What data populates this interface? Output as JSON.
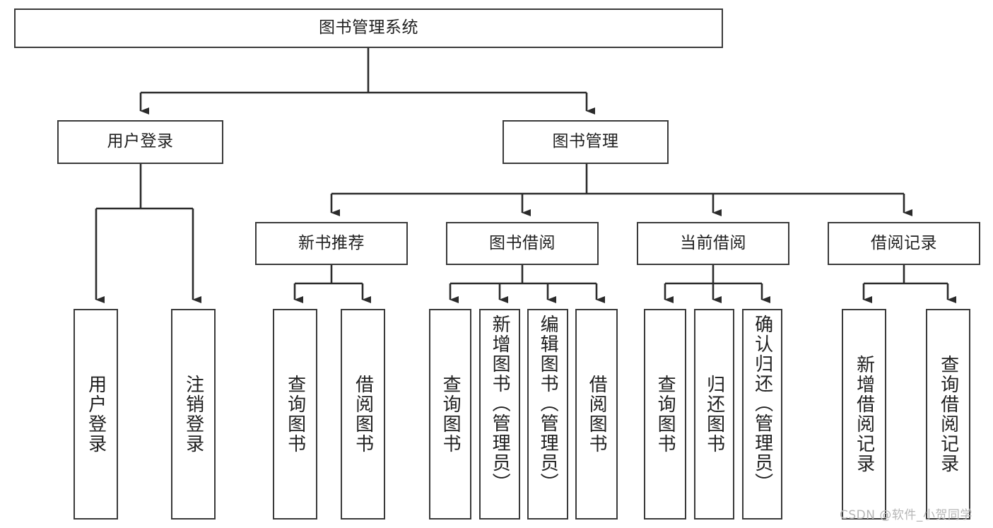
{
  "diagram": {
    "type": "tree-hierarchy",
    "title": "图书管理系统",
    "watermark": "CSDN @软件_小贺同学",
    "colors": {
      "box_border": "#3a3a3a",
      "box_fill": "#ffffff",
      "edge": "#2b2b2b",
      "text": "#1f1f1f",
      "watermark": "#b6b6b6"
    },
    "nodes": {
      "root": {
        "label": "图书管理系统"
      },
      "level2": [
        {
          "id": "user-login",
          "label": "用户登录"
        },
        {
          "id": "book-manage",
          "label": "图书管理"
        }
      ],
      "level3": [
        {
          "id": "new-book-recommend",
          "label": "新书推荐"
        },
        {
          "id": "book-borrow",
          "label": "图书借阅"
        },
        {
          "id": "current-borrow",
          "label": "当前借阅"
        },
        {
          "id": "borrow-record",
          "label": "借阅记录"
        }
      ],
      "leaves": {
        "user_login": [
          {
            "id": "leaf-user-login",
            "label": "用户登录"
          },
          {
            "id": "leaf-logout-login",
            "label": "注销登录"
          }
        ],
        "new_book_recommend": [
          {
            "id": "leaf-query-book-1",
            "label": "查询图书"
          },
          {
            "id": "leaf-borrow-book-1",
            "label": "借阅图书"
          }
        ],
        "book_borrow": [
          {
            "id": "leaf-query-book-2",
            "label": "查询图书"
          },
          {
            "id": "leaf-add-book",
            "label": "新增图书（管理员）"
          },
          {
            "id": "leaf-edit-book",
            "label": "编辑图书（管理员）"
          },
          {
            "id": "leaf-borrow-book-2",
            "label": "借阅图书"
          }
        ],
        "current_borrow": [
          {
            "id": "leaf-query-book-3",
            "label": "查询图书"
          },
          {
            "id": "leaf-return-book",
            "label": "归还图书"
          },
          {
            "id": "leaf-confirm-return",
            "label": "确认归还（管理员）"
          }
        ],
        "borrow_record": [
          {
            "id": "leaf-add-record",
            "label": "新增借阅记录"
          },
          {
            "id": "leaf-query-record",
            "label": "查询借阅记录"
          }
        ]
      }
    }
  }
}
